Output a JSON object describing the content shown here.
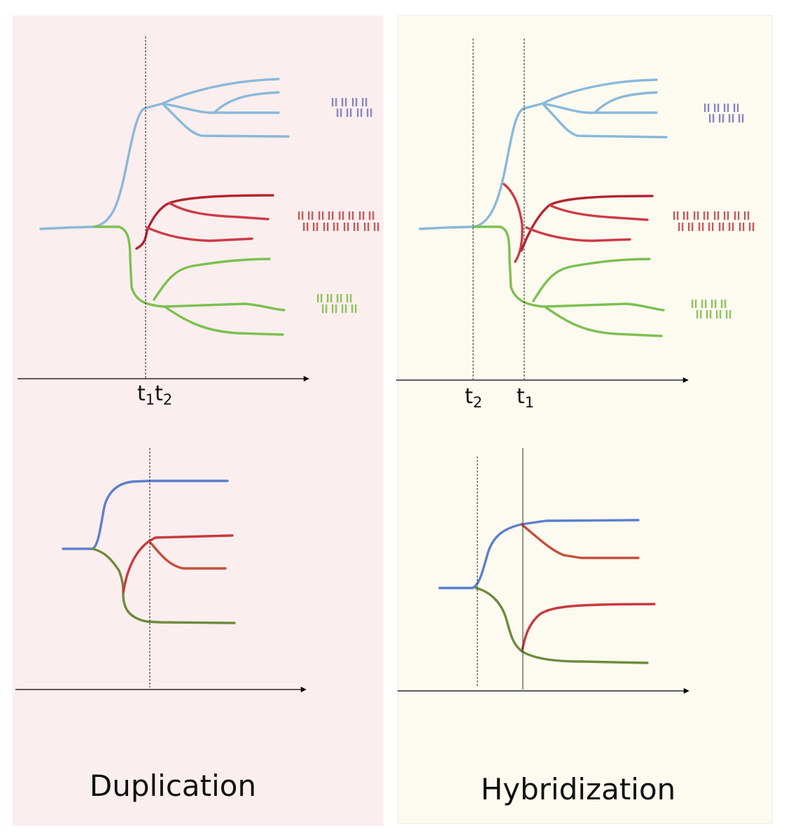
{
  "panels": {
    "left": {
      "title": "Duplication",
      "top_time_label": {
        "t1": "t",
        "t1_sub": "1",
        "t2": "t",
        "t2_sub": "2"
      }
    },
    "right": {
      "title": "Hybridization",
      "top_time_label_a": {
        "t": "t",
        "sub": "2"
      },
      "top_time_label_b": {
        "t": "t",
        "sub": "1"
      }
    }
  },
  "colors": {
    "light_blue": "#89b9d9",
    "dark_red": "#b32530",
    "red": "#cc3b48",
    "green": "#7cc04f",
    "blue": "#5b7fd0",
    "olive": "#6e8b3d",
    "orange_red": "#c4503a",
    "panel_left_bg": "#fbeeee",
    "panel_right_bg": "#fdfaf0"
  },
  "icons": [
    "chromosome-glyph-purple",
    "chromosome-glyph-red",
    "chromosome-glyph-green"
  ]
}
